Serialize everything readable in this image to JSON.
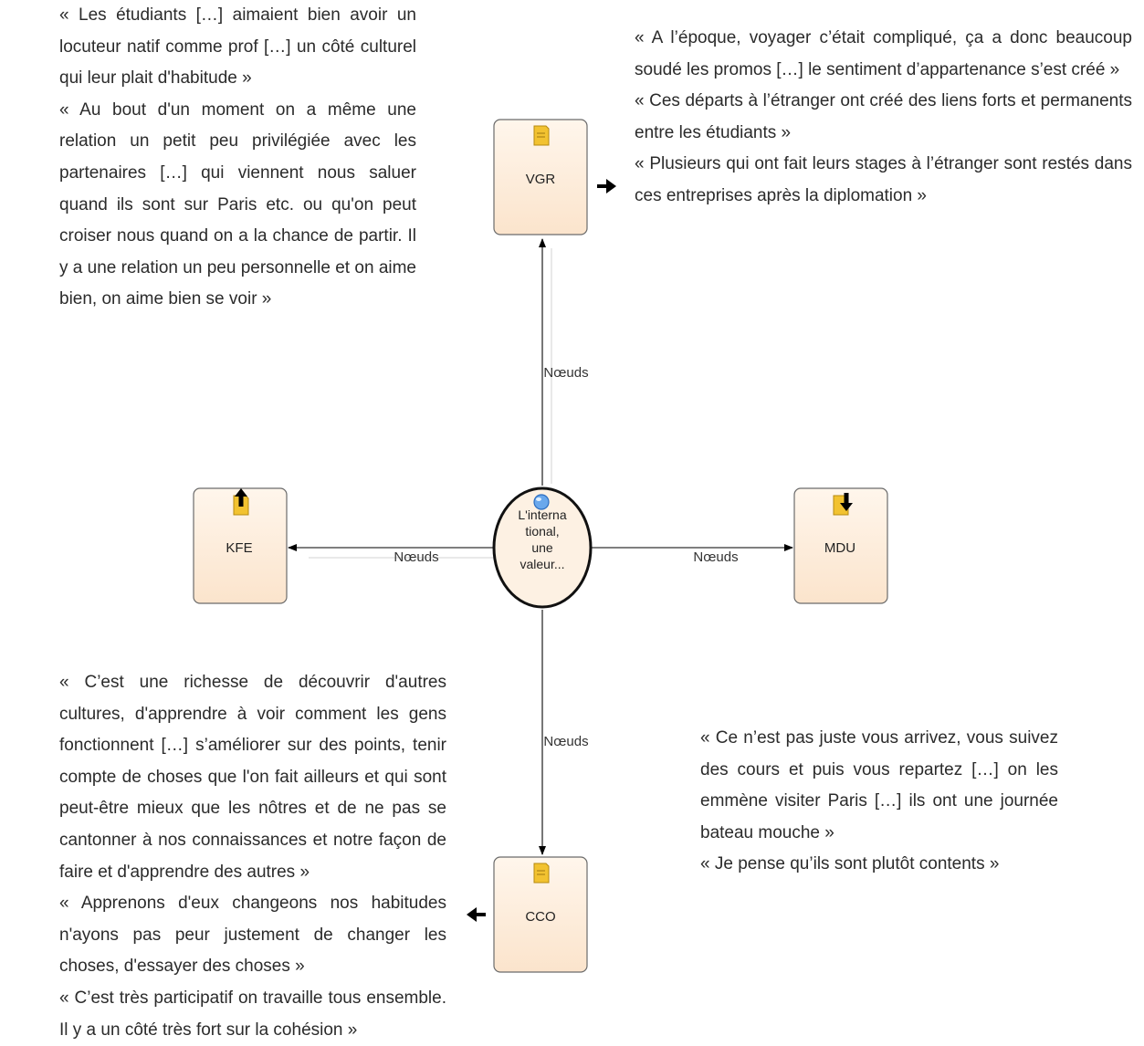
{
  "center": {
    "lines": [
      "L'interna",
      "tional,",
      "une",
      "valeur..."
    ]
  },
  "nodes": {
    "top": "VGR",
    "left": "KFE",
    "right": "MDU",
    "bottom": "CCO"
  },
  "edges": {
    "top": "Nœuds",
    "left": "Nœuds",
    "right": "Nœuds",
    "bottom": "Nœuds"
  },
  "quotes": {
    "top_left": [
      "« Les étudiants […] aimaient bien avoir un locuteur natif comme prof […] un côté culturel qui leur plait d'habitude »",
      "« Au bout d'un moment on a même une relation un petit peu privilégiée avec les partenaires […] qui viennent nous saluer quand ils sont sur Paris etc. ou qu'on peut croiser nous quand on a la chance de partir. Il y a une relation un peu personnelle et on aime bien, on aime bien se voir »"
    ],
    "top_right": [
      "« A l’époque, voyager c’était compliqué, ça a donc beaucoup soudé les promos […] le sentiment d’appartenance s’est créé »",
      "« Ces départs à l’étranger ont créé des liens forts et permanents entre les étudiants »",
      "« Plusieurs qui ont fait leurs stages à l’étranger sont restés dans ces entreprises après la diplomation »"
    ],
    "bottom_left": [
      "« C’est une richesse de découvrir d'autres cultures, d'apprendre à voir comment les gens fonctionnent […] s’améliorer sur des points, tenir compte de choses que l'on fait ailleurs et qui sont peut-être mieux que les nôtres et de ne pas se cantonner à nos connaissances et notre façon de faire et d'apprendre des autres »",
      "« Apprenons d'eux changeons nos habitudes n'ayons pas peur justement de changer les choses, d'essayer des choses »",
      "« C’est très participatif on travaille tous ensemble. Il y a un côté très fort sur la cohésion »"
    ],
    "bottom_right": [
      "« Ce n’est pas juste vous arrivez, vous suivez des cours et puis vous repartez […] on les emmène visiter Paris […] ils ont une journée bateau mouche »",
      "« Je pense qu’ils sont plutôt contents »"
    ]
  },
  "colors": {
    "node_fill": "#fdeedd",
    "node_border": "#6b6b6b",
    "doc_icon": "#f2c230",
    "arrow": "#000000",
    "center_glyph": "#4a90e2"
  }
}
